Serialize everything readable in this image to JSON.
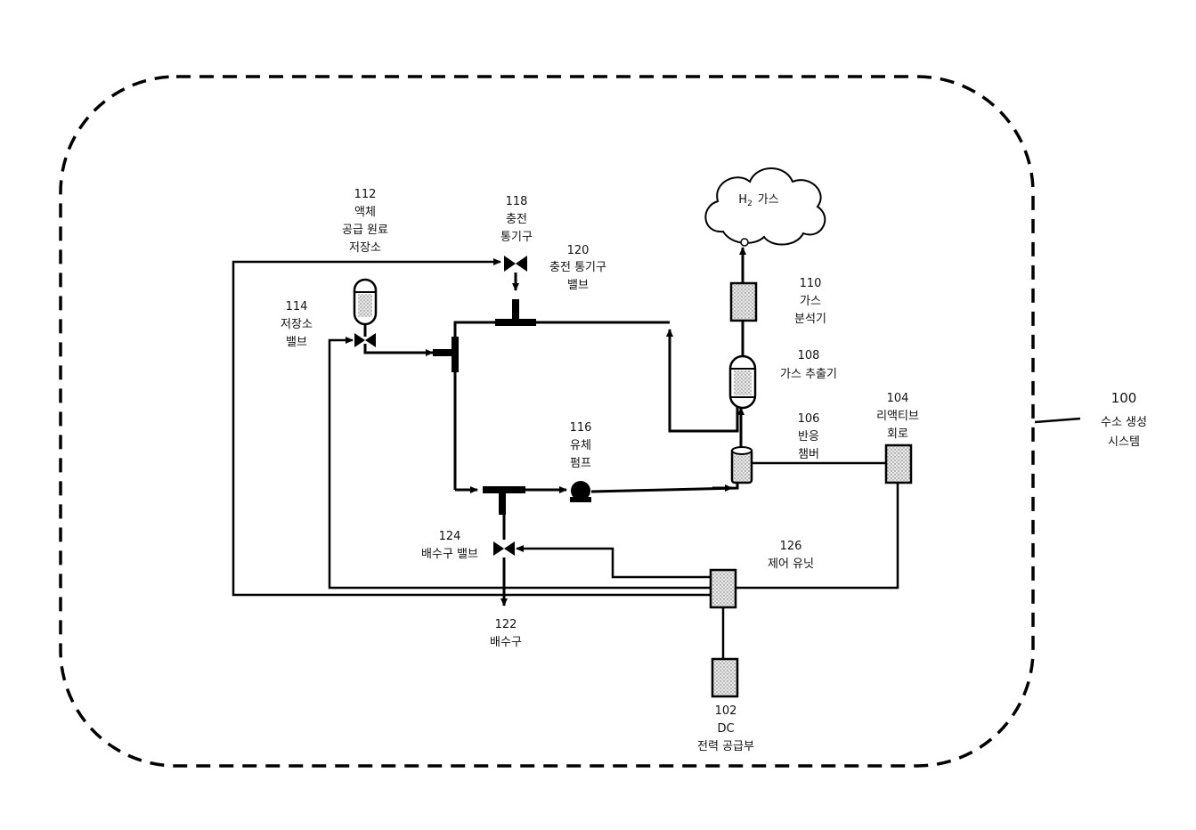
{
  "system": {
    "number": "100",
    "name_line1": "수소 생성",
    "name_line2": "시스템"
  },
  "components": {
    "dc_supply": {
      "number": "102",
      "line1": "DC",
      "line2": "전력 공급부"
    },
    "reactive_circuit": {
      "number": "104",
      "line1": "리액티브",
      "line2": "회로"
    },
    "reaction_chamber": {
      "number": "106",
      "line1": "반응",
      "line2": "챔버"
    },
    "gas_extractor": {
      "number": "108",
      "line1": "가스 추출기"
    },
    "gas_analyzer": {
      "number": "110",
      "line1": "가스",
      "line2": "분석기"
    },
    "liquid_source": {
      "number": "112",
      "line1": "액체",
      "line2": "공급 원료",
      "line3": "저장소"
    },
    "reservoir_valve": {
      "number": "114",
      "line1": "저장소",
      "line2": "밸브"
    },
    "fluid_pump": {
      "number": "116",
      "line1": "유체",
      "line2": "펌프"
    },
    "fill_vent": {
      "number": "118",
      "line1": "충전",
      "line2": "통기구"
    },
    "fill_vent_valve": {
      "number": "120",
      "line1": "충전 통기구",
      "line2": "밸브"
    },
    "drain": {
      "number": "122",
      "line1": "배수구"
    },
    "drain_valve": {
      "number": "124",
      "line1": "배수구 밸브"
    },
    "control_unit": {
      "number": "126",
      "line1": "제어 유닛"
    }
  },
  "output_gas": {
    "symbol": "H",
    "subscript": "2",
    "label": "가스"
  }
}
